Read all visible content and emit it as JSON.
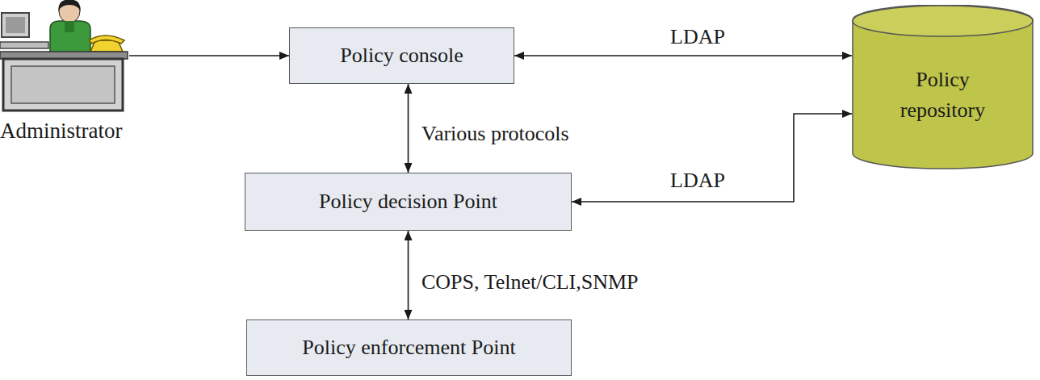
{
  "diagram": {
    "nodes": [
      {
        "text": [
          "Administrator"
        ]
      },
      {
        "text": [
          "Policy console"
        ]
      },
      {
        "text": [
          "Policy repository"
        ]
      },
      {
        "text": [
          "Policy decision Point"
        ]
      },
      {
        "text": [
          "Policy enforcement Point"
        ]
      }
    ],
    "edges": [
      {
        "from": 0,
        "to": 1,
        "arrow": "to"
      },
      {
        "from": 1,
        "to": 2,
        "label": "LDAP",
        "arrow": "both"
      },
      {
        "from": 1,
        "to": 3,
        "label": "Various protocols",
        "arrow": "both"
      },
      {
        "from": 3,
        "to": 2,
        "label": "LDAP",
        "arrow": "both"
      },
      {
        "from": 3,
        "to": 4,
        "label": "COPS, Telnet/CLI,SNMP",
        "arrow": "both"
      }
    ]
  }
}
